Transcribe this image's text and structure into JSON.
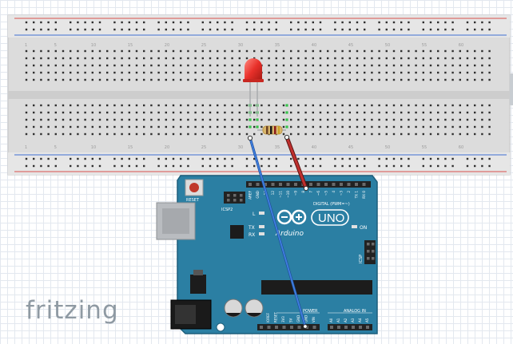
{
  "app": {
    "logo_text": "fritzing"
  },
  "breadboard": {
    "color_body": "#dcdcdc",
    "color_rail_red": "#d9534f",
    "color_rail_blue": "#3f6fd1",
    "column_labels_top": [
      "1",
      "5",
      "10",
      "15",
      "20",
      "25",
      "30",
      "35",
      "40",
      "45",
      "50",
      "55",
      "60"
    ],
    "column_labels_bottom": [
      "1",
      "5",
      "10",
      "15",
      "20",
      "25",
      "30",
      "35",
      "40",
      "45",
      "50",
      "55",
      "60"
    ]
  },
  "arduino": {
    "color_board": "#2b7fa3",
    "labels": {
      "reset": "RESET",
      "icsp2": "ICSP2",
      "icsp": "ICSP",
      "digital": "DIGITAL (PWM=~)",
      "uno": "UNO",
      "brand": "Arduino",
      "led_l": "L",
      "tx": "TX",
      "rx": "RX",
      "on": "ON",
      "power": "POWER",
      "analog_in": "ANALOG IN"
    },
    "top_header_pins": [
      "AREF",
      "GND",
      "13",
      "12",
      "~11",
      "~10",
      "~9",
      "8",
      "7",
      "~6",
      "~5",
      "4",
      "~3",
      "2",
      "TX 1",
      "RX 0"
    ],
    "power_pins": [
      "IOREF",
      "RESET",
      "3V3",
      "5V",
      "GND",
      "GND",
      "VIN"
    ],
    "analog_pins": [
      "A0",
      "A1",
      "A2",
      "A3",
      "A4",
      "A5"
    ]
  },
  "components": {
    "led_color": "#e8302a",
    "wire_signal_color": "#c0302e",
    "wire_ground_color": "#2f6fd3"
  }
}
